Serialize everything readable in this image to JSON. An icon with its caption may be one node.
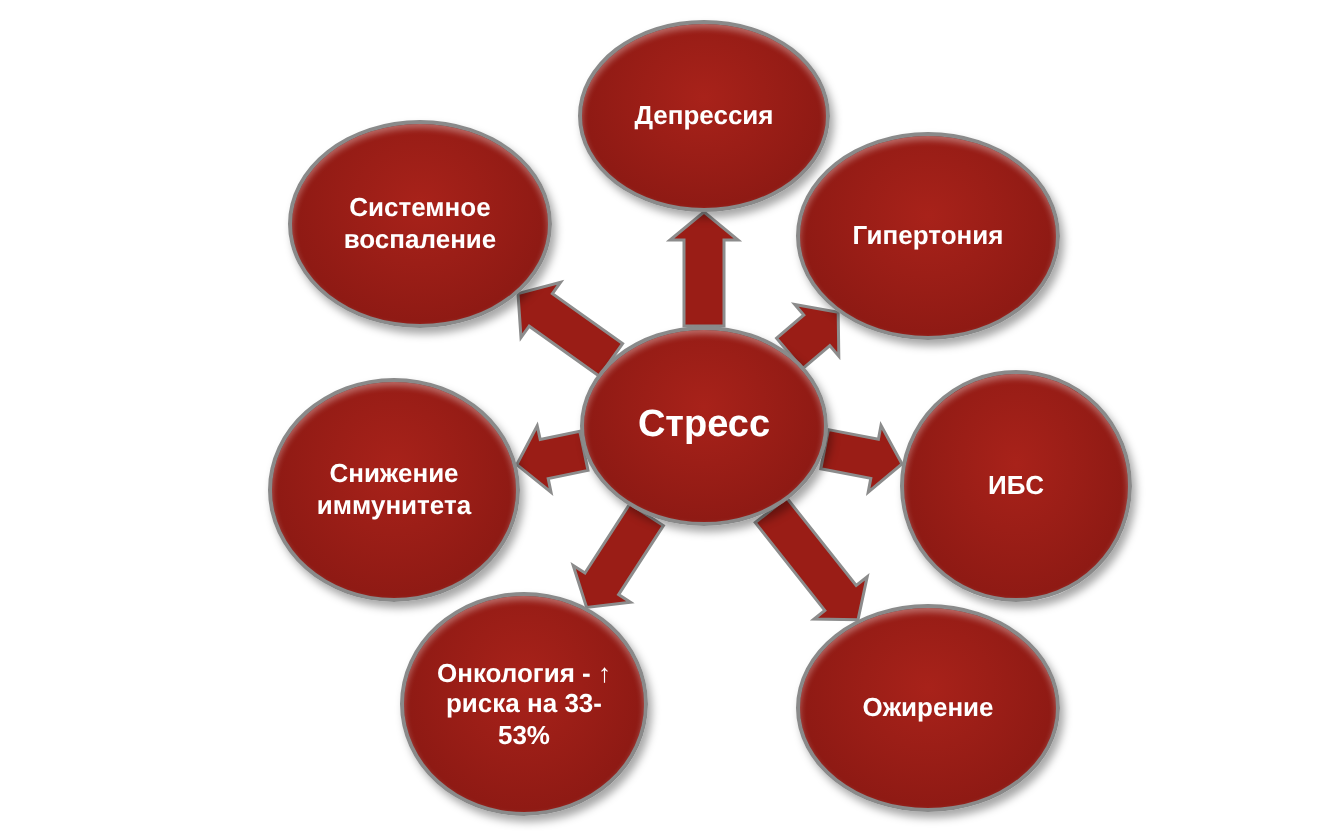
{
  "diagram": {
    "nodes": [
      {
        "text": [
          "Стресс"
        ]
      },
      {
        "text": [
          "Депрессия"
        ]
      },
      {
        "text": [
          "Гипертония"
        ]
      },
      {
        "text": [
          "ИБС"
        ]
      },
      {
        "text": [
          "Ожирение"
        ]
      },
      {
        "text": [
          "Онкология - ↑ риска на 33-53%"
        ]
      },
      {
        "text": [
          "Снижение иммунитета"
        ]
      },
      {
        "text": [
          "Системное воспаление"
        ]
      }
    ],
    "edges": [
      {
        "from": 0,
        "to": 1,
        "arrow": "to"
      },
      {
        "from": 0,
        "to": 2,
        "arrow": "to"
      },
      {
        "from": 0,
        "to": 3,
        "arrow": "to"
      },
      {
        "from": 0,
        "to": 4,
        "arrow": "to"
      },
      {
        "from": 0,
        "to": 5,
        "arrow": "to"
      },
      {
        "from": 0,
        "to": 6,
        "arrow": "to"
      },
      {
        "from": 0,
        "to": 7,
        "arrow": "to"
      }
    ]
  }
}
